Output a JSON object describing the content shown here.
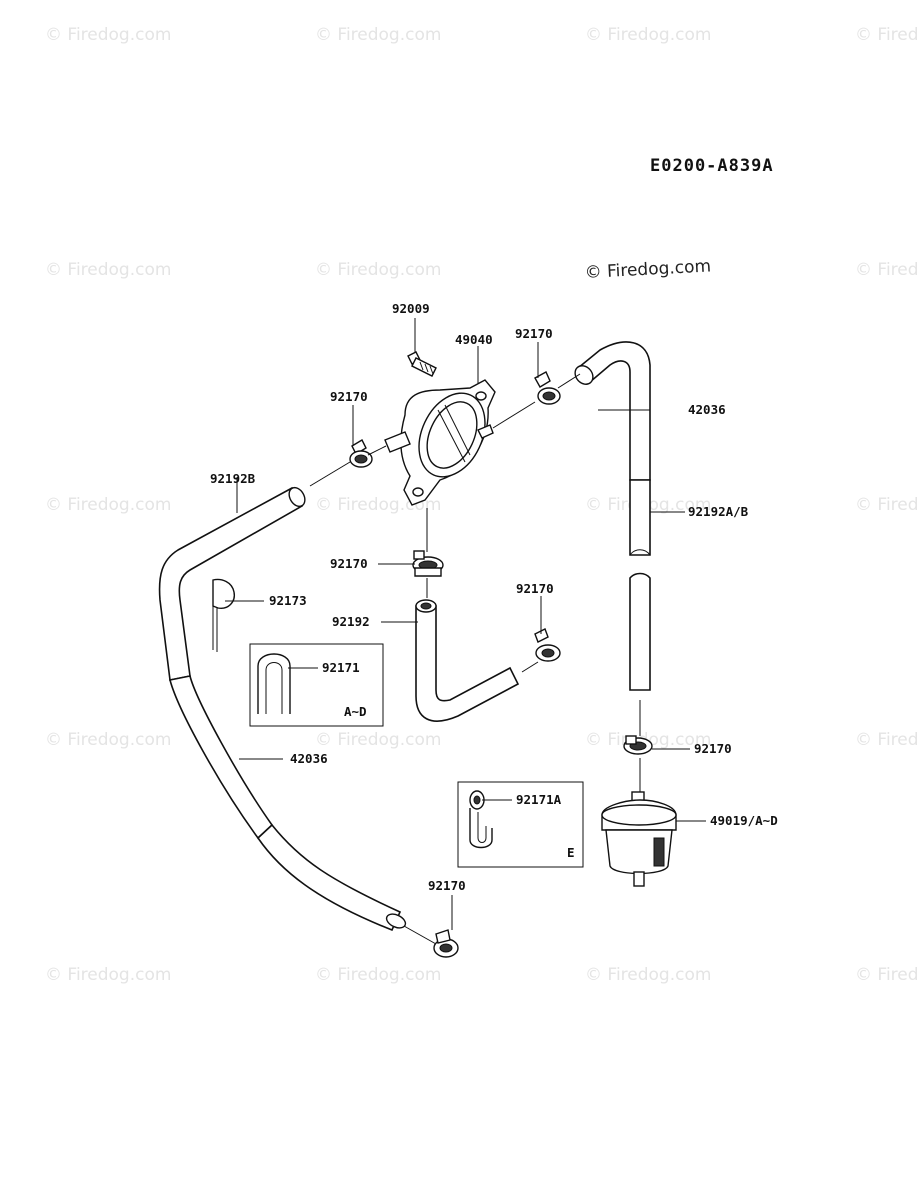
{
  "diagram_code": "E0200-A839A",
  "watermark_main": "© Firedog.com",
  "watermark_faint": "© Firedog.com",
  "labels": {
    "bolt": "92009",
    "pump": "49040",
    "clamp_pump_right": "92170",
    "clamp_pump_left": "92170",
    "hose_right_top": "42036",
    "hose_left_top": "92192B",
    "tube_right": "92192A/B",
    "clamp_pump_bottom": "92170",
    "clip_left": "92173",
    "hose_mid": "92192",
    "clamp_mid_right": "92170",
    "clip_box_ad": "92171",
    "box_ad_range": "A~D",
    "hose_left_long": "42036",
    "clamp_filter_top": "92170",
    "clip_box_e": "92171A",
    "box_e_range": "E",
    "filter": "49019/A~D",
    "clamp_bottom": "92170"
  }
}
